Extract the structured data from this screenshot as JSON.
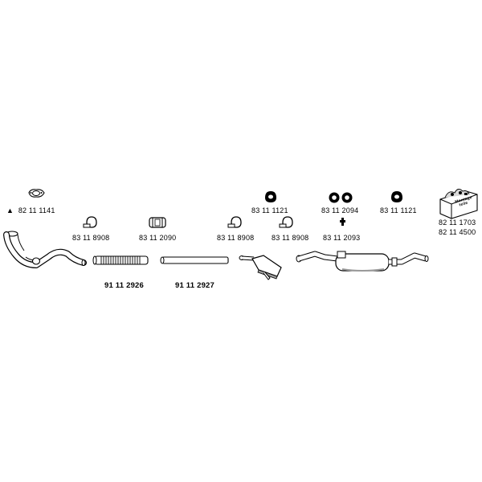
{
  "parts": {
    "gasket_front": {
      "marker": "▲",
      "number": "82 11 1141"
    },
    "clamp_1": {
      "number": "83 11 8908"
    },
    "clamp_2": {
      "number": "83 11 2090"
    },
    "clamp_3": {
      "number": "83 11 8908"
    },
    "clamp_4": {
      "number": "83 11 8908"
    },
    "flex_pipe": {
      "number": "91 11 2926"
    },
    "straight_pipe": {
      "number": "91 11 2927"
    },
    "rubber_mount_1": {
      "number": "83 11 1121"
    },
    "rubber_mount_2": {
      "number": "83 11 1121"
    },
    "double_mount": {
      "number": "83 11 2094"
    },
    "bolt_mount": {
      "number": "83 11 2093"
    },
    "mounting_kit": {
      "numbers": [
        "82 11 1703",
        "82 11 4500"
      ],
      "box_text": [
        "Montage",
        "teile"
      ]
    }
  },
  "colors": {
    "line": "#000000",
    "fill": "#ffffff",
    "shade": "#9a9a9a"
  }
}
